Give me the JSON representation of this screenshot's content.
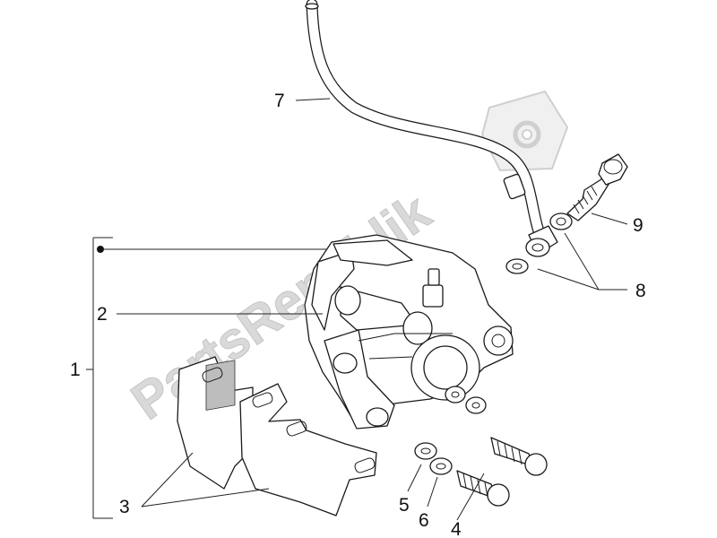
{
  "watermark": "PartsRepublik",
  "labels": {
    "l1": "1",
    "l2": "2",
    "l3": "3",
    "l4": "4",
    "l5": "5",
    "l6": "6",
    "l7": "7",
    "l8": "8",
    "l9": "9"
  },
  "colors": {
    "line": "#1a1a1a",
    "watermark": "#d9d9d9",
    "background": "#ffffff"
  },
  "icons": {
    "watermark_badge": "gear-icon"
  }
}
